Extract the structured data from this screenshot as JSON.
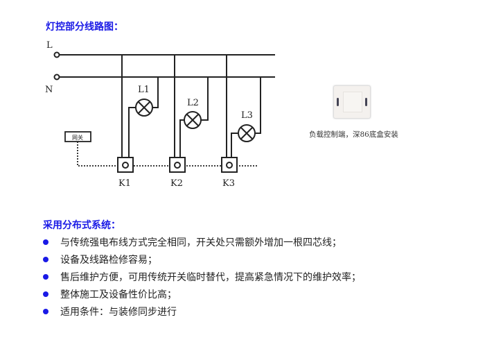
{
  "diagram": {
    "title": "灯控部分线路图：",
    "line_labels": [
      "L",
      "N"
    ],
    "lamps": [
      "L1",
      "L2",
      "L3"
    ],
    "switches": [
      "K1",
      "K2",
      "K3"
    ],
    "gateway_label": "网关"
  },
  "device": {
    "caption": "负载控制端，深86底盒安装"
  },
  "system": {
    "title": "采用分布式系统：",
    "bullets": [
      "与传统强电布线方式完全相同，开关处只需额外增加一根四芯线；",
      "设备及线路检修容易；",
      "售后维护方便，可用传统开关临时替代，提高紧急情况下的维护效率；",
      "整体施工及设备性价比高；",
      "适用条件：与装修同步进行"
    ],
    "bullet_color": "#1a1ae6"
  }
}
